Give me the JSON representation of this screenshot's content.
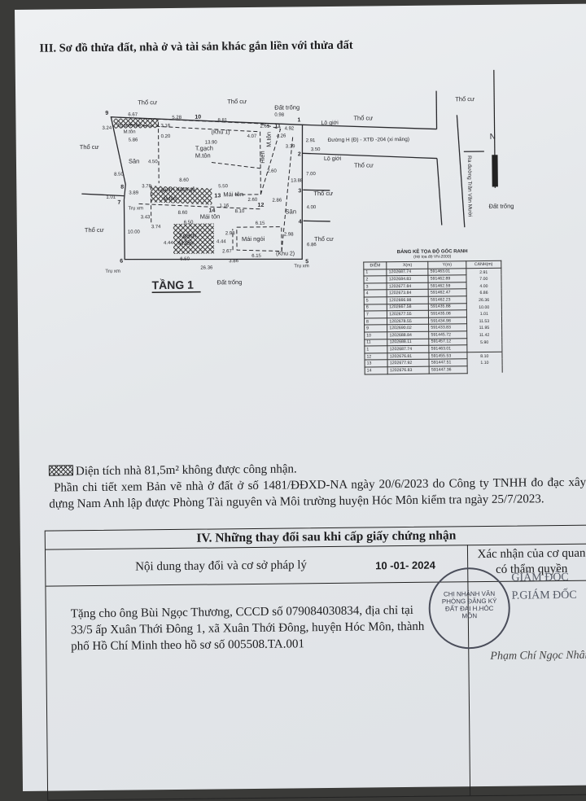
{
  "section3_title": "III. Sơ đồ thửa đất, nhà ở và tài sản khác gắn liền với thửa đất",
  "diagram": {
    "floor_label": "TẦNG 1",
    "neighbors": {
      "tho_cu": "Thổ cư",
      "dat_trong": "Đất trống",
      "lo_gioi": "Lộ giới",
      "san": "Sân",
      "tru_xm": "Trụ xm"
    },
    "road_label": "Đường H (Đ) - XTĐ -204 (xi măng)",
    "road_to": "Ra đường Trần Văn Mười",
    "zones": {
      "khu1": "(Khu 1)",
      "khu2": "(Khu 2)"
    },
    "materials": {
      "gach_ton": "T.gạch+tôn",
      "m_ton": "M.tôn",
      "t_gach": "T.gạch",
      "gach_vach_go": "T.gạch+ vách gỗ",
      "mai_ton": "Mái tôn",
      "mai_ngoi": "Mái ngói",
      "hien": "Hiên"
    },
    "points": [
      "1",
      "2",
      "3",
      "4",
      "5",
      "6",
      "7",
      "8",
      "9",
      "10",
      "11",
      "12",
      "13",
      "14"
    ],
    "dims": {
      "d9_10a": "6.67",
      "d9_10b": "5.28",
      "d10_11": "8.81",
      "d098": "0.98",
      "d261": "2.61",
      "d492": "4.92",
      "d291": "2.91",
      "d700": "7.00",
      "d400": "4.00",
      "d686": "6.86",
      "d2636": "26.36",
      "d1000": "10.00",
      "d101": "1.01",
      "d850": "8.50",
      "d324": "3.24",
      "d316": "3.16",
      "d586": "5.86",
      "d020": "0.20",
      "d1390": "13.90",
      "d450a": "4.50",
      "d407": "4.07",
      "d426": "4.26",
      "d339": "3.39",
      "d1388": "13.88",
      "d860a": "8.60",
      "d860b": "8.60",
      "d550": "5.50",
      "d260a": "2.60",
      "d260b": "2.60",
      "d810": "8.10",
      "d389": "3.89",
      "d378": "3.78",
      "d343": "3.43",
      "d374": "3.74",
      "d650a": "6.50",
      "d650b": "6.50",
      "d444a": "4.44",
      "d444b": "4.44",
      "d386": "3.86",
      "d267": "2.67",
      "d298a": "2.98",
      "d298b": "2.98",
      "d615a": "6.15",
      "d615b": "6.15",
      "d350": "3.50",
      "d116": "1.16",
      "d286": "2.86"
    }
  },
  "coord_table": {
    "title": "BẢNG KÊ TỌA ĐỘ GÓC RANH",
    "subtitle": "(Hệ tọa độ VN-2000)",
    "headers": [
      "ĐIỂM",
      "X(m)",
      "Y(m)",
      "CẠNH(m)"
    ],
    "rows": [
      [
        "1",
        "1202687.74",
        "591463.01"
      ],
      [
        "2",
        "1202684.83",
        "591462.89"
      ],
      [
        "3",
        "1202677.84",
        "591462.59"
      ],
      [
        "4",
        "1202673.84",
        "591462.47"
      ],
      [
        "5",
        "1202666.98",
        "591462.23"
      ],
      [
        "6",
        "1202667.58",
        "591435.88"
      ],
      [
        "7",
        "1202677.55",
        "591435.08"
      ],
      [
        "8",
        "1202678.55",
        "591434.98"
      ],
      [
        "9",
        "1202690.02",
        "591433.83"
      ],
      [
        "10",
        "1202688.84",
        "591445.72"
      ],
      [
        "11",
        "1202688.11",
        "591457.12"
      ],
      [
        "1",
        "1202687.74",
        "591463.01"
      ]
    ],
    "edges": [
      "2.91",
      "7.00",
      "4.00",
      "6.86",
      "26.36",
      "10.00",
      "1.01",
      "11.53",
      "11.95",
      "11.42",
      "5.90"
    ],
    "rows2": [
      [
        "12",
        "1202676.81",
        "591455.53"
      ],
      [
        "13",
        "1202677.92",
        "591447.51"
      ],
      [
        "14",
        "1202676.83",
        "591447.36"
      ]
    ],
    "edges2": [
      "8.10",
      "1.10"
    ]
  },
  "note_area": "Diện tích nhà 81,5m² không được công nhận.",
  "note_detail": "Phần chi tiết xem Bản vẽ nhà ở đất ở số 1481/ĐĐXD-NA ngày 20/6/2023 do Công ty TNHH đo đạc xây dựng Nam Anh lập được Phòng Tài nguyên và Môi trường huyện Hóc Môn kiểm tra ngày 25/7/2023.",
  "section4": {
    "title": "IV. Những thay đổi sau khi cấp giấy chứng nhận",
    "col1_header": "Nội dung thay đổi và cơ sở pháp lý",
    "col2_header": "Xác nhận của cơ quan có thẩm quyền",
    "date": "10 -01- 2024",
    "content": "Tặng cho ông  Bùi Ngọc Thương, CCCD số 079084030834, địa chỉ tại 33/5 ấp Xuân Thới Đông 1, xã Xuân Thới Đông, huyện Hóc Môn, thành phố Hồ Chí Minh theo hồ sơ số 005508.TA.001",
    "stamp_text": "CHI NHÁNH VĂN PHÒNG ĐĂNG KÝ ĐẤT ĐAI H.HÓC MÔN",
    "title_gd": "GIÁM ĐỐC",
    "title_pgd": "P.GIÁM ĐỐC",
    "signer": "Phạm Chí Ngọc Nhân"
  }
}
